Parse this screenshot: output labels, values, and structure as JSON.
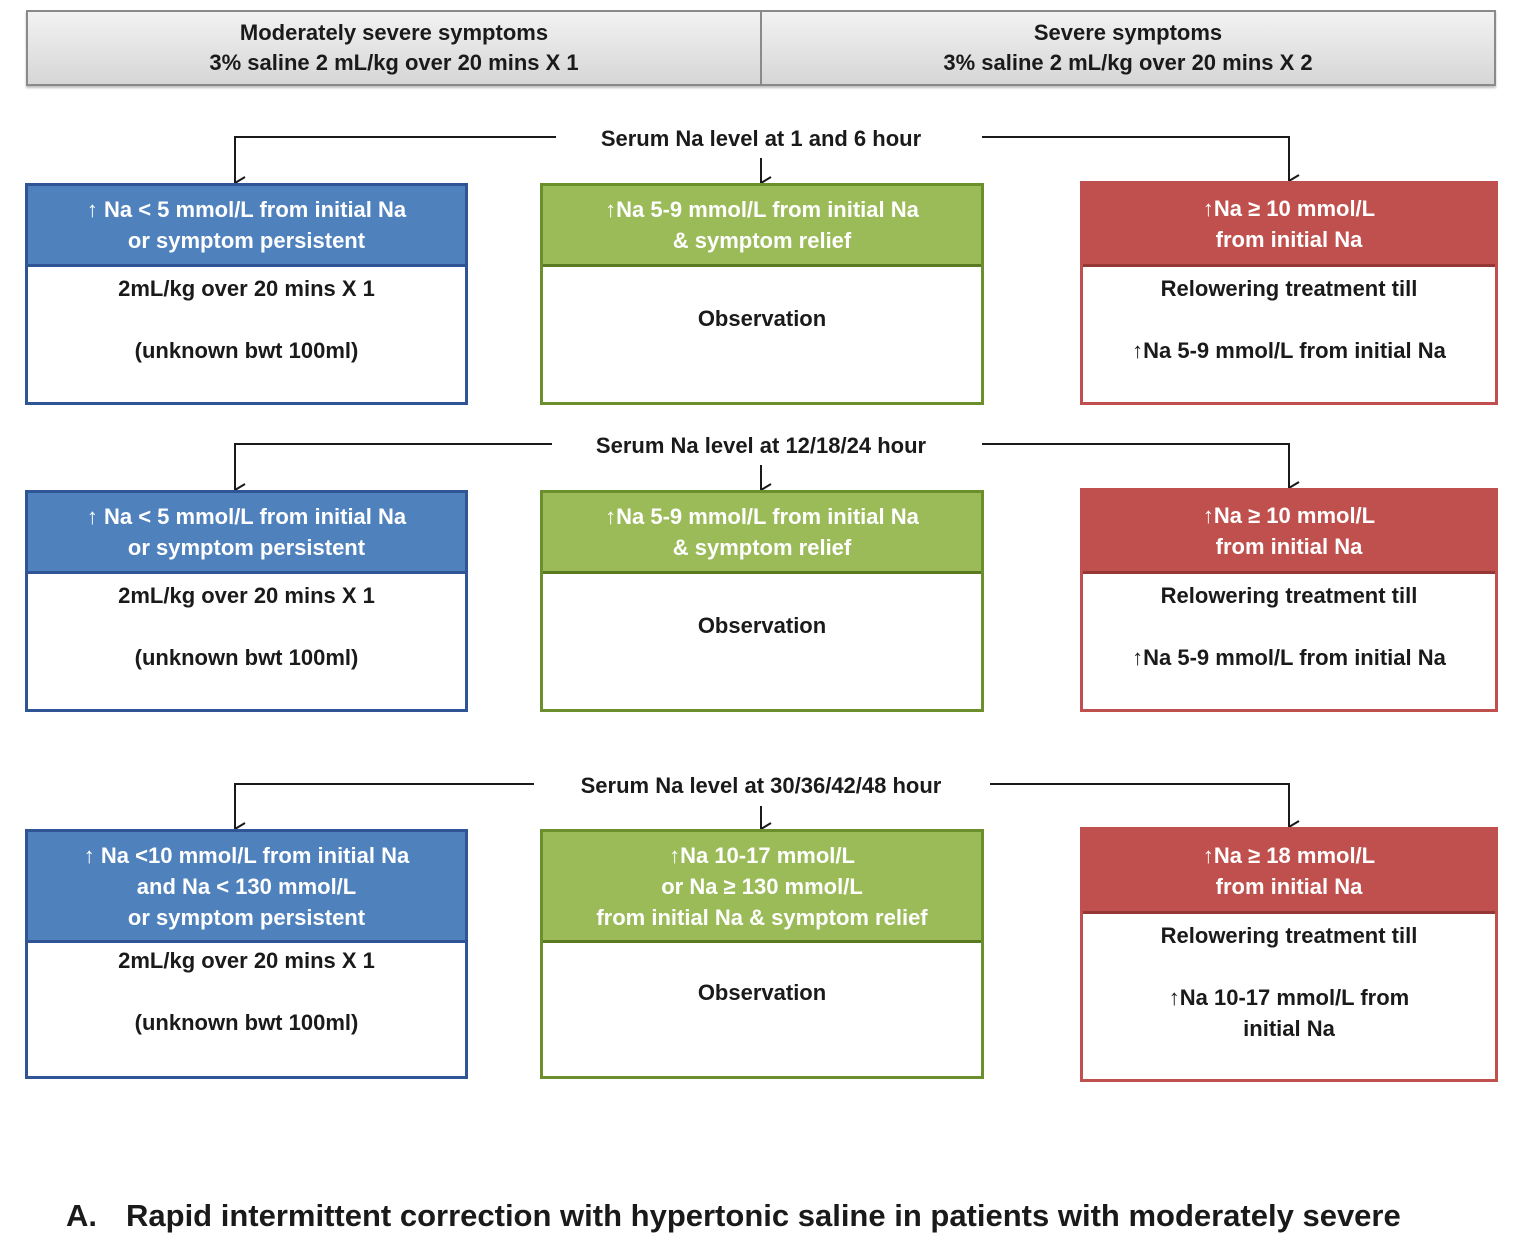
{
  "header": {
    "left": {
      "line1": "Moderately severe symptoms",
      "line2": "3% saline 2 mL/kg over 20 mins X 1"
    },
    "right": {
      "line1": "Severe symptoms",
      "line2": "3% saline 2 mL/kg over 20 mins X 2"
    }
  },
  "stages": [
    {
      "label": "Serum Na level at 1 and 6 hour",
      "low": {
        "head": [
          "↑ Na < 5 mmol/L from initial Na",
          "or symptom persistent"
        ],
        "body": [
          "2mL/kg over 20 mins X 1",
          "(unknown bwt 100ml)"
        ]
      },
      "mid": {
        "head": [
          "↑Na 5-9 mmol/L from initial Na",
          "& symptom relief"
        ],
        "body": [
          "Observation"
        ]
      },
      "high": {
        "head": [
          "↑Na  ≥ 10 mmol/L",
          "from initial Na"
        ],
        "body": [
          "Relowering treatment till",
          "↑Na 5-9 mmol/L from initial Na"
        ]
      }
    },
    {
      "label": "Serum Na level at 12/18/24 hour",
      "low": {
        "head": [
          "↑ Na < 5 mmol/L from initial Na",
          "or symptom persistent"
        ],
        "body": [
          "2mL/kg over 20 mins X 1",
          "(unknown bwt 100ml)"
        ]
      },
      "mid": {
        "head": [
          "↑Na 5-9 mmol/L from initial Na",
          "& symptom relief"
        ],
        "body": [
          "Observation"
        ]
      },
      "high": {
        "head": [
          "↑Na  ≥ 10 mmol/L",
          "from initial Na"
        ],
        "body": [
          "Relowering treatment till",
          "↑Na 5-9 mmol/L from initial Na"
        ]
      }
    },
    {
      "label": "Serum Na level at 30/36/42/48 hour",
      "low": {
        "head": [
          "↑ Na <10 mmol/L from initial Na",
          "and Na  < 130 mmol/L",
          "or symptom persistent"
        ],
        "body": [
          "2mL/kg over 20 mins X 1",
          "(unknown bwt 100ml)"
        ]
      },
      "mid": {
        "head": [
          "↑Na 10-17 mmol/L",
          "or Na ≥ 130 mmol/L",
          "from initial Na & symptom relief"
        ],
        "body": [
          "Observation"
        ]
      },
      "high": {
        "head": [
          "↑Na  ≥ 18 mmol/L",
          "from initial Na"
        ],
        "body": [
          "Relowering treatment till",
          "↑Na 10-17 mmol/L from",
          "initial Na"
        ]
      }
    }
  ],
  "caption": {
    "letter": "A.",
    "text": "Rapid intermittent correction with hypertonic saline in patients with moderately severe"
  },
  "colors": {
    "blue_head": "#4f81bd",
    "green_head": "#9bbb59",
    "red_head": "#c0504d",
    "header_gray": "#d9d9d9"
  }
}
